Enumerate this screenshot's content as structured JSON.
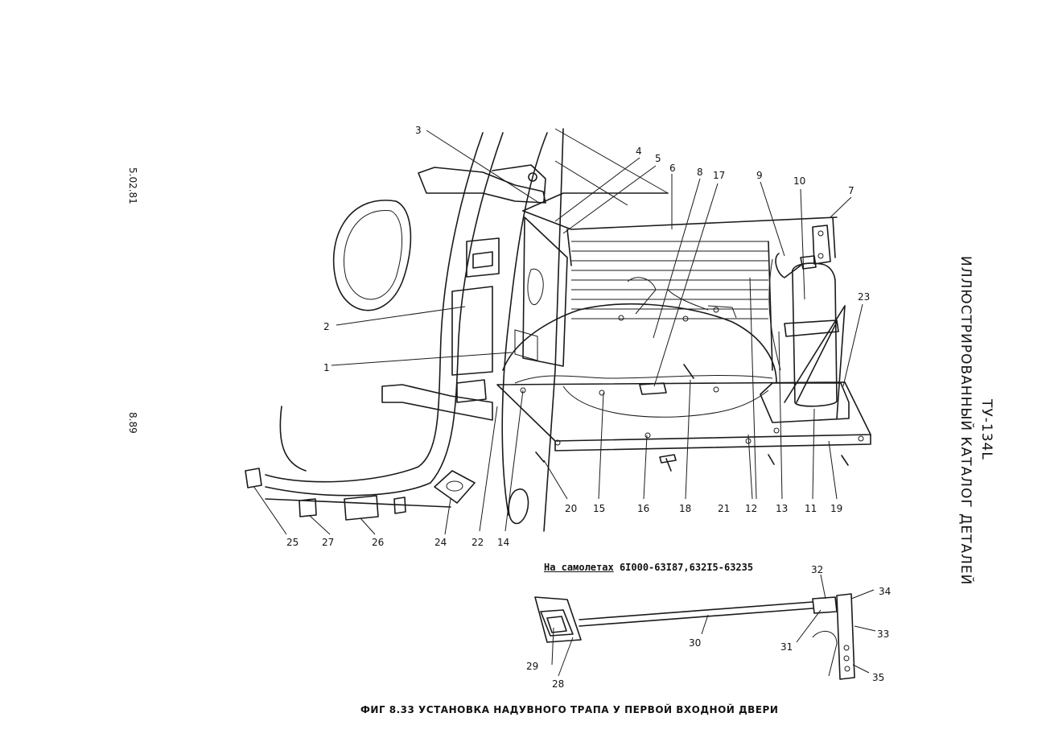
{
  "side_codes": {
    "date_code": "5.02.81",
    "page_number": "8.89"
  },
  "title_block": {
    "model": "ТУ-134L",
    "catalog": "ИЛЛЮСТРИРОВАННЫЙ КАТАЛОГ ДЕТАЛЕЙ"
  },
  "variant_note": {
    "prefix": "На самолетах",
    "range": "6I000-63I87,632I5-63235"
  },
  "figure_caption": "ФИГ 8.33 УСТАНОВКА НАДУВНОГО ТРАПА У ПЕРВОЙ ВХОДНОЙ ДВЕРИ",
  "callouts": [
    "1",
    "2",
    "3",
    "4",
    "5",
    "6",
    "7",
    "8",
    "9",
    "10",
    "11",
    "12",
    "13",
    "14",
    "15",
    "16",
    "17",
    "18",
    "19",
    "20",
    "21",
    "22",
    "23",
    "24",
    "25",
    "26",
    "27",
    "28",
    "29",
    "30",
    "31",
    "32",
    "33",
    "34",
    "35"
  ],
  "colors": {
    "ink": "#1a1a1a",
    "paper": "#ffffff"
  }
}
